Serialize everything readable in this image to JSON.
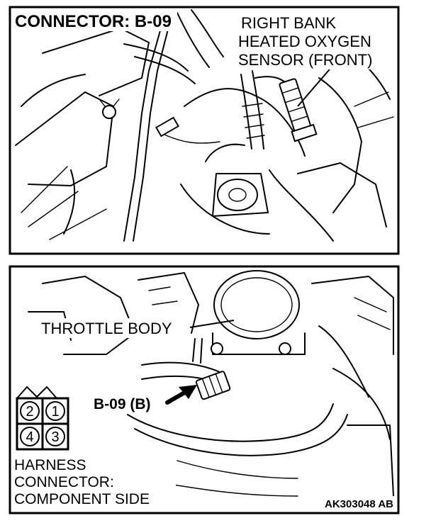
{
  "top_panel": {
    "connector_title": "CONNECTOR: B-09",
    "sensor_label": [
      "RIGHT BANK",
      "HEATED OXYGEN",
      "SENSOR (FRONT)"
    ]
  },
  "bottom_panel": {
    "throttle_label": "THROTTLE BODY",
    "connector_callout": "B-09 (B)",
    "harness_pins": [
      "2",
      "1",
      "4",
      "3"
    ],
    "harness_label": [
      "HARNESS",
      "CONNECTOR:",
      "COMPONENT SIDE"
    ],
    "figure_code": "AK303048 AB"
  }
}
